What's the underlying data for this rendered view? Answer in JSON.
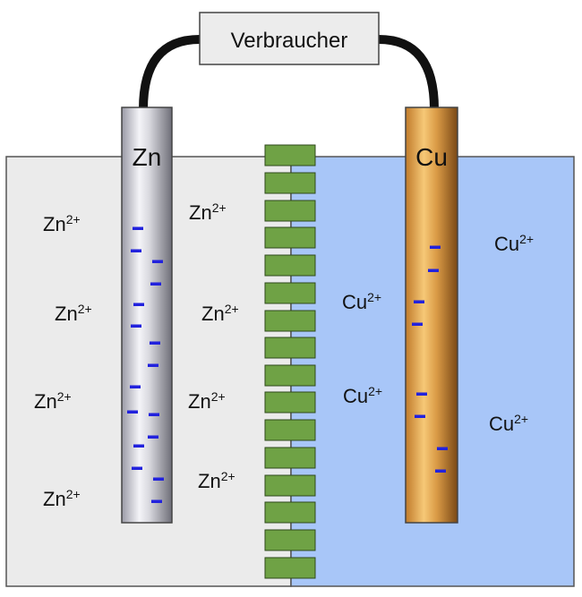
{
  "load": {
    "label": "Verbraucher"
  },
  "electrodes": {
    "zinc": {
      "label": "Zn"
    },
    "copper": {
      "label": "Cu"
    }
  },
  "ions": {
    "zinc": [
      {
        "base": "Zn",
        "charge": "2+"
      },
      {
        "base": "Zn",
        "charge": "2+"
      },
      {
        "base": "Zn",
        "charge": "2+"
      },
      {
        "base": "Zn",
        "charge": "2+"
      },
      {
        "base": "Zn",
        "charge": "2+"
      },
      {
        "base": "Zn",
        "charge": "2+"
      },
      {
        "base": "Zn",
        "charge": "2+"
      },
      {
        "base": "Zn",
        "charge": "2+"
      }
    ],
    "copper": [
      {
        "base": "Cu",
        "charge": "2+"
      },
      {
        "base": "Cu",
        "charge": "2+"
      },
      {
        "base": "Cu",
        "charge": "2+"
      },
      {
        "base": "Cu",
        "charge": "2+"
      }
    ]
  },
  "electron_symbol": "-",
  "colors": {
    "zinc_solution": "#ebebeb",
    "copper_solution": "#a8c6f8",
    "membrane": "#6fa245",
    "wire": "#111111",
    "electron": "#2222dd"
  }
}
